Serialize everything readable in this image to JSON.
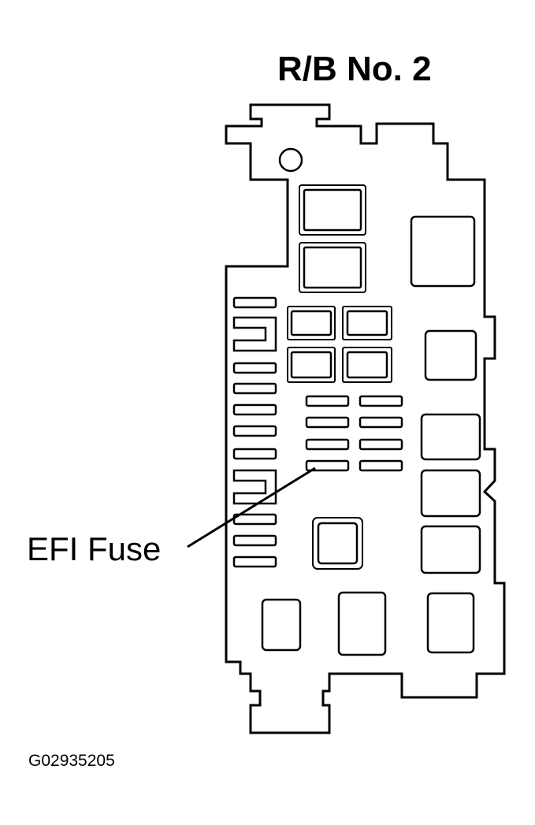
{
  "diagram": {
    "title": "R/B No. 2",
    "callout_label": "EFI Fuse",
    "figure_id": "G02935205",
    "stroke_color": "#000000",
    "background": "#ffffff"
  }
}
